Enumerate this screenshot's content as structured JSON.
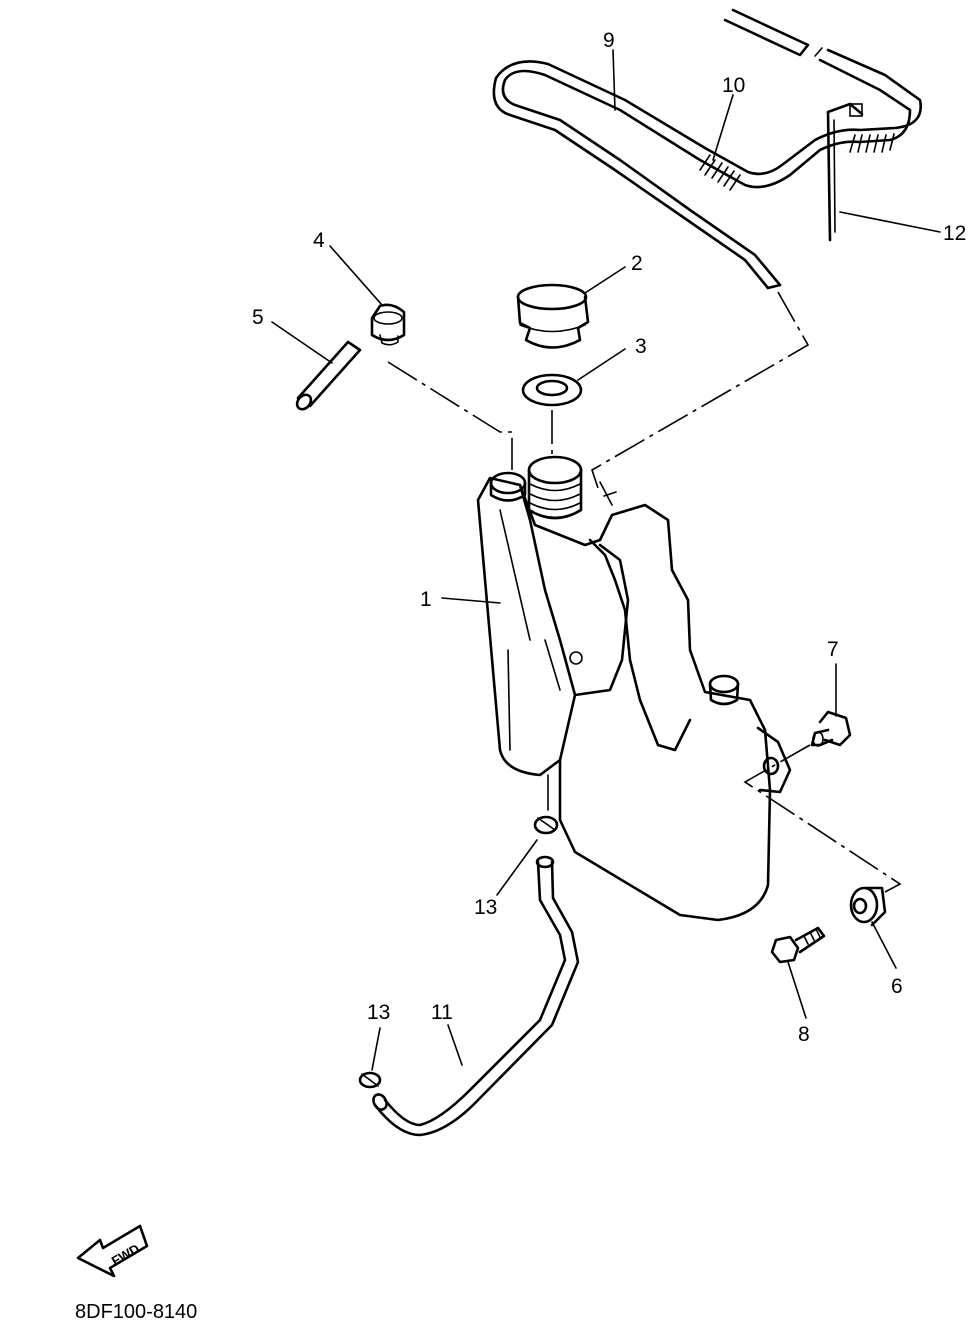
{
  "diagram": {
    "part_code": "8DF100-8140",
    "fwd_label": "FWD",
    "callouts": {
      "c1": "1",
      "c2": "2",
      "c3": "3",
      "c4": "4",
      "c5": "5",
      "c6": "6",
      "c7": "7",
      "c8": "8",
      "c9": "9",
      "c10": "10",
      "c11": "11",
      "c12": "12",
      "c13a": "13",
      "c13b": "13"
    }
  }
}
